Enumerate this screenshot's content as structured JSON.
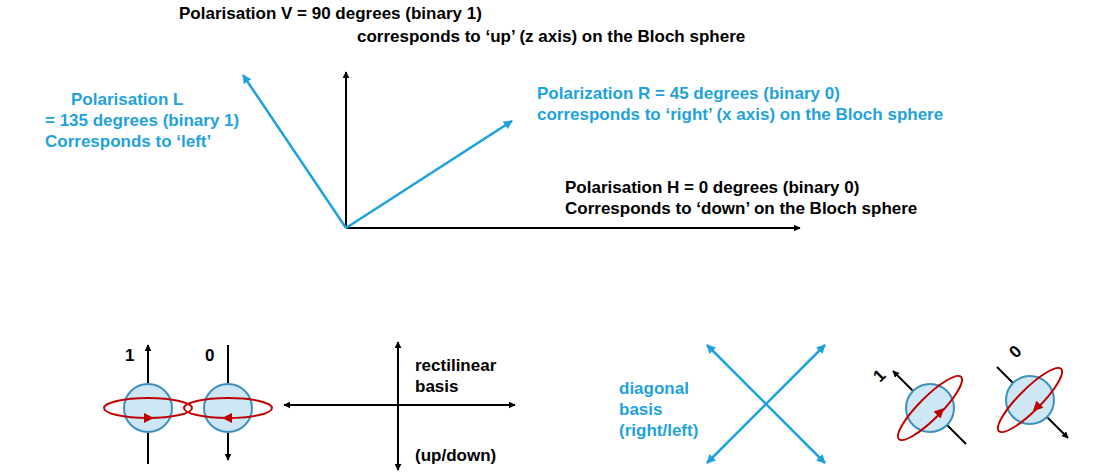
{
  "diagram": {
    "labels": [
      "Polarisation V = 90 degrees (binary 1)",
      "corresponds to ‘up’ (z axis) on the Bloch sphere",
      "Polarisation L",
      "= 135 degrees (binary 1)",
      "Corresponds to ‘left’",
      "Polarization R = 45 degrees (binary 0)",
      "corresponds to ‘right’ (x axis) on the Bloch sphere",
      "Polarisation H = 0 degrees (binary 0)",
      "Corresponds to ‘down’ on the Bloch sphere",
      "1",
      "0",
      "rectilinear",
      "basis",
      "(up/down)",
      "diagonal",
      "basis",
      "(right/left)",
      "1",
      "0"
    ]
  }
}
